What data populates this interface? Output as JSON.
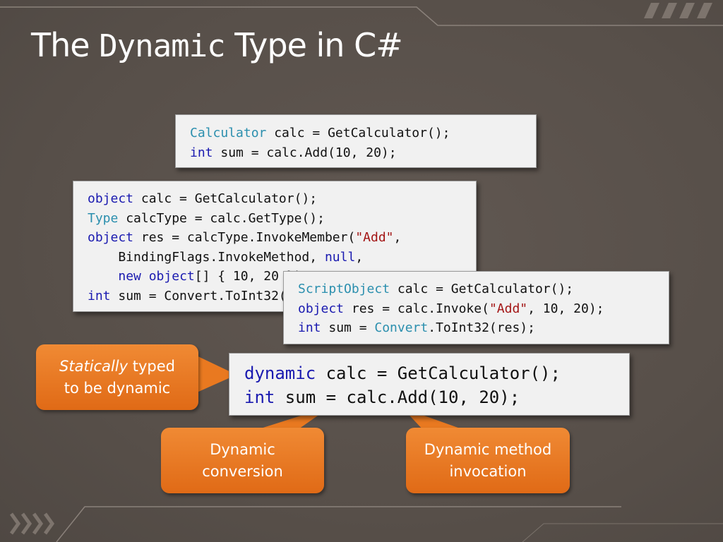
{
  "slide": {
    "title_prefix": "The ",
    "title_code": "Dynamic",
    "title_suffix": " Type in C#"
  },
  "code_blocks": {
    "static_typed": {
      "line1": {
        "type": "Calculator",
        "rest": " calc = GetCalculator();"
      },
      "line2": {
        "kw": "int",
        "rest": " sum = calc.Add(10, 20);"
      }
    },
    "reflection": {
      "line1": {
        "kw": "object",
        "rest": " calc = GetCalculator();"
      },
      "line2": {
        "type": "Type",
        "rest": " calcType = calc.GetType();"
      },
      "line3": {
        "kw": "object",
        "pre": " res = calcType.InvokeMember(",
        "str": "\"Add\"",
        "post": ","
      },
      "line4": {
        "indent": "    BindingFlags.InvokeMethod, ",
        "kw": "null",
        "post": ","
      },
      "line5": {
        "indent": "    ",
        "kw1": "new",
        "sp": " ",
        "kw2": "object",
        "post": "[] { 10, 20 });"
      },
      "line6": {
        "kw": "int",
        "rest": " sum = Convert.ToInt32(res);"
      }
    },
    "script_object": {
      "line1": {
        "type": "ScriptObject",
        "rest": " calc = GetCalculator();"
      },
      "line2": {
        "kw": "object",
        "pre": " res = calc.Invoke(",
        "str": "\"Add\"",
        "post": ", 10, 20);"
      },
      "line3": {
        "kw": "int",
        "pre": " sum = ",
        "type": "Convert",
        "post": ".ToInt32(res);"
      }
    },
    "dynamic": {
      "line1": {
        "kw": "dynamic",
        "rest": " calc = GetCalculator();"
      },
      "line2": {
        "kw": "int",
        "rest": " sum = calc.Add(10, 20);"
      }
    }
  },
  "callouts": {
    "static": {
      "em": "Statically",
      "rest": " typed",
      "line2": "to be dynamic"
    },
    "conversion": {
      "line1": "Dynamic",
      "line2": "conversion"
    },
    "invocation": {
      "line1": "Dynamic method",
      "line2": "invocation"
    }
  },
  "colors": {
    "background": "#5a524c",
    "keyword": "#1a1ab0",
    "type_name": "#2b8fae",
    "string": "#a31515",
    "callout": "#e87a22"
  }
}
